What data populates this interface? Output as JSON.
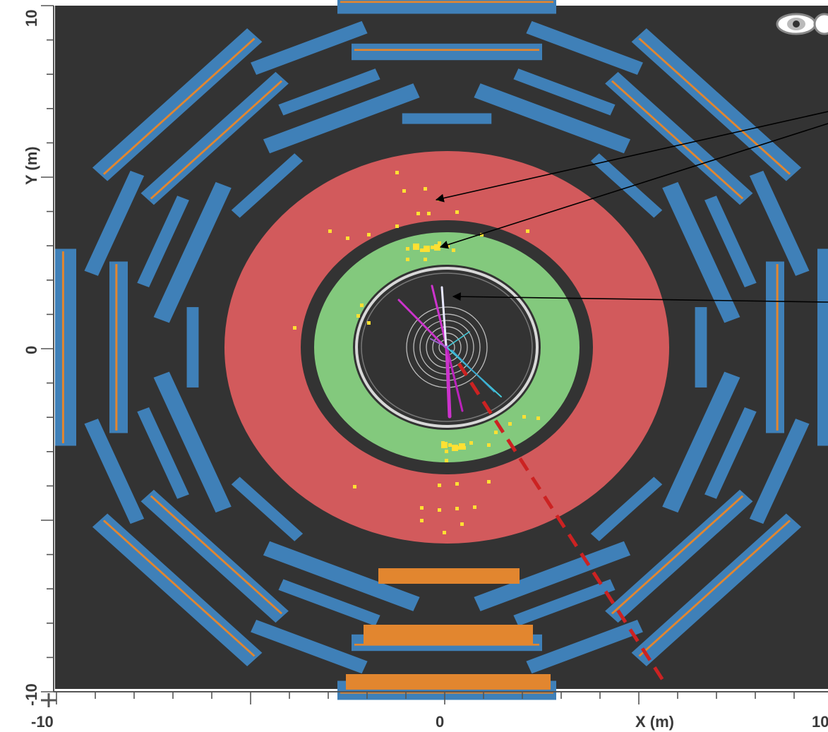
{
  "axes": {
    "x": {
      "label": "X (m)",
      "min_label": "-10",
      "mid_label": "0",
      "max_label": "10"
    },
    "y": {
      "label": "Y (m)",
      "min_label": "-10",
      "mid_label": "0",
      "max_label": "10"
    }
  },
  "colors": {
    "background": "#333333",
    "muon_chamber": "#3f80b8",
    "muon_strip": "#e2862f",
    "hadronic_calorimeter": "#d25a5c",
    "em_calorimeter": "#83c97d",
    "energy_deposit": "#ffe033",
    "inner_detector": "#d8d8d8",
    "track_magenta": "#cc33cc",
    "track_cyan": "#44c8d8",
    "muon_track": "#cc2222",
    "arrow": "#000000"
  },
  "icons": {
    "top_right": "event-display-logo-icon"
  }
}
